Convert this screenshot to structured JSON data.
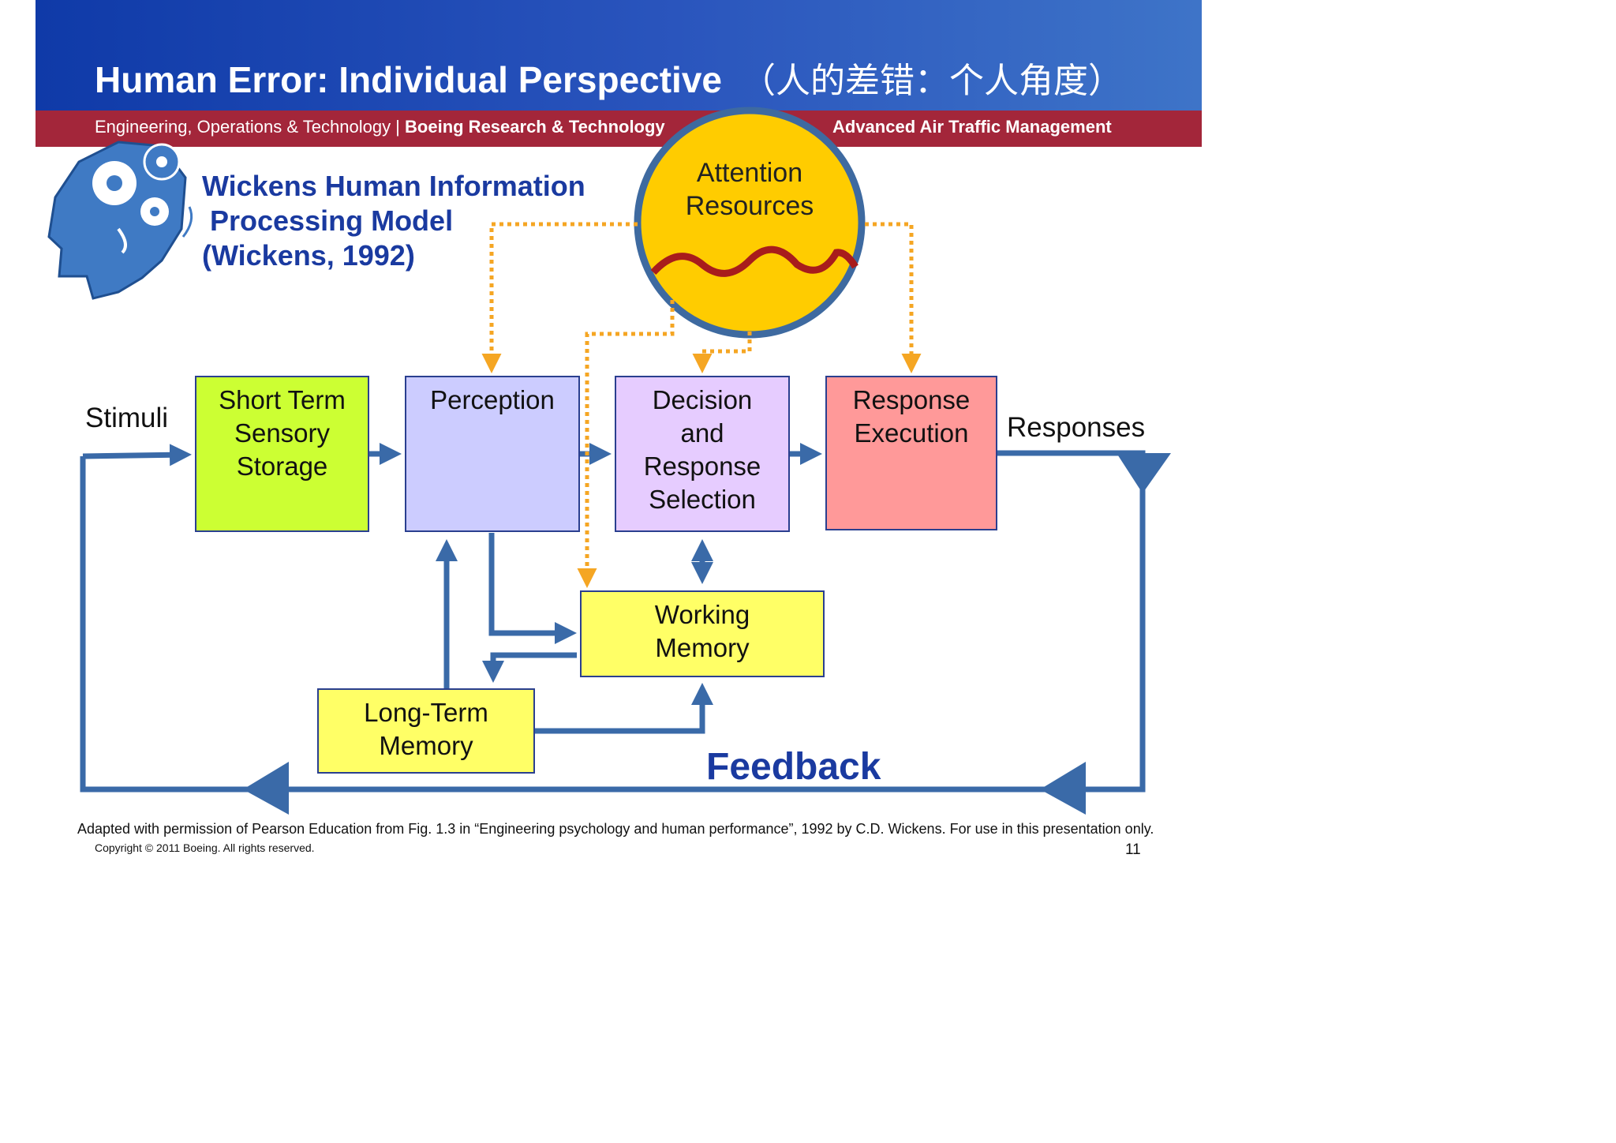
{
  "header": {
    "title": "Human Error: Individual Perspective",
    "title_cn": "（人的差错：个人角度）",
    "org_left": "Engineering, Operations & Technology | ",
    "org_bold": "Boeing Research & Technology",
    "org_right": "Advanced Air Traffic Management"
  },
  "model_title": {
    "line1": "Wickens  Human Information",
    "line2": "Processing Model",
    "line3": "(Wickens, 1992)"
  },
  "attention": {
    "line1": "Attention",
    "line2": "Resources"
  },
  "boxes": {
    "stm": [
      "Short Term",
      "Sensory",
      "Storage"
    ],
    "perception": [
      "Perception"
    ],
    "decision": [
      "Decision",
      "and",
      "Response",
      "Selection"
    ],
    "response": [
      "Response",
      "Execution"
    ],
    "working_memory": [
      "Working",
      "Memory"
    ],
    "long_term_memory": [
      "Long-Term",
      "Memory"
    ]
  },
  "labels": {
    "stimuli": "Stimuli",
    "responses": "Responses",
    "feedback": "Feedback"
  },
  "footer": {
    "citation": "Adapted with permission of Pearson Education from Fig. 1.3 in “Engineering psychology and human performance”, 1992 by C.D. Wickens. For use in this presentation only.",
    "copyright": "Copyright © 2011 Boeing. All rights reserved.",
    "page": "11"
  },
  "colors": {
    "header_blue": "#1a44b0",
    "red_band": "#a3263a",
    "arrow_blue": "#3a6aa8",
    "attention_orange": "#f5a623",
    "attention_fill": "#ffcc00",
    "wave_red": "#a81c1c"
  }
}
